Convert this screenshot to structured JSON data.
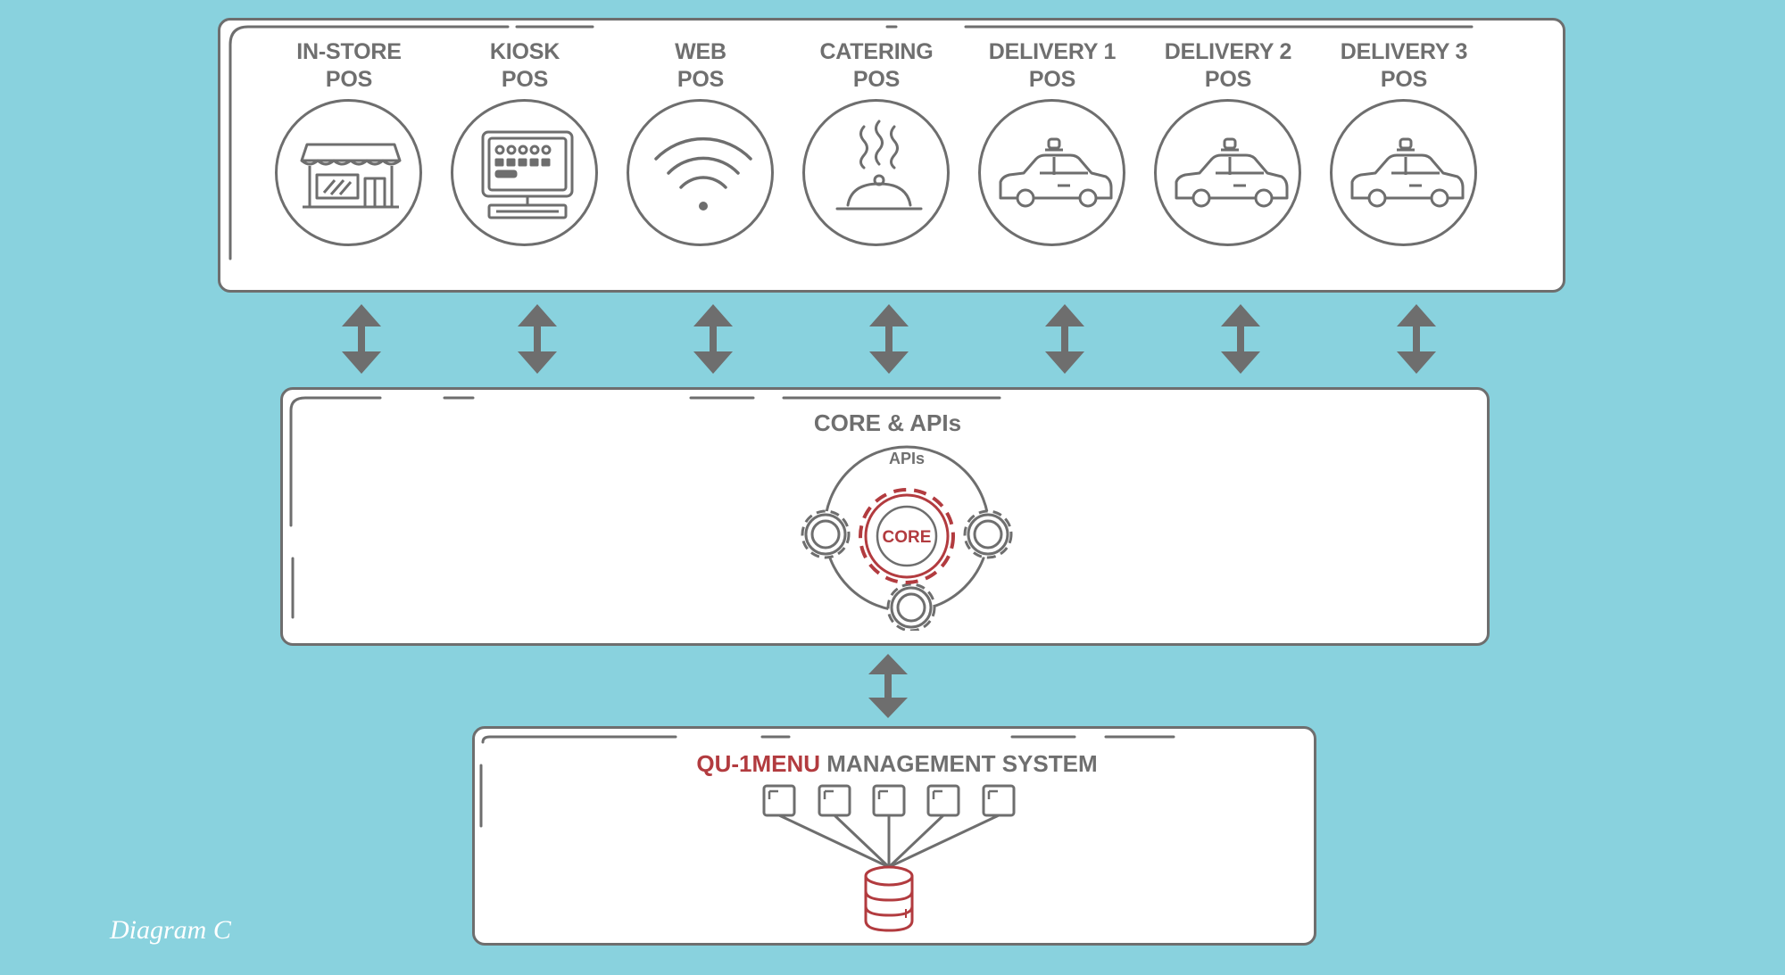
{
  "channels": [
    {
      "line1": "IN-STORE",
      "line2": "POS",
      "icon": "store-icon"
    },
    {
      "line1": "KIOSK",
      "line2": "POS",
      "icon": "kiosk-icon"
    },
    {
      "line1": "WEB",
      "line2": "POS",
      "icon": "wifi-icon"
    },
    {
      "line1": "CATERING",
      "line2": "POS",
      "icon": "catering-dish-icon"
    },
    {
      "line1": "DELIVERY 1",
      "line2": "POS",
      "icon": "car-icon"
    },
    {
      "line1": "DELIVERY 2",
      "line2": "POS",
      "icon": "car-icon"
    },
    {
      "line1": "DELIVERY 3",
      "line2": "POS",
      "icon": "car-icon"
    }
  ],
  "core": {
    "title": "CORE & APIs",
    "apis_label": "APIs",
    "core_label": "CORE"
  },
  "menu_system": {
    "brand": "QU-1MENU",
    "title_rest": " MANAGEMENT SYSTEM",
    "node_count": 5
  },
  "caption": "Diagram C",
  "colors": {
    "background": "#89d2de",
    "stroke": "#6e6e6e",
    "accent": "#b23b3f",
    "panel": "#ffffff"
  }
}
